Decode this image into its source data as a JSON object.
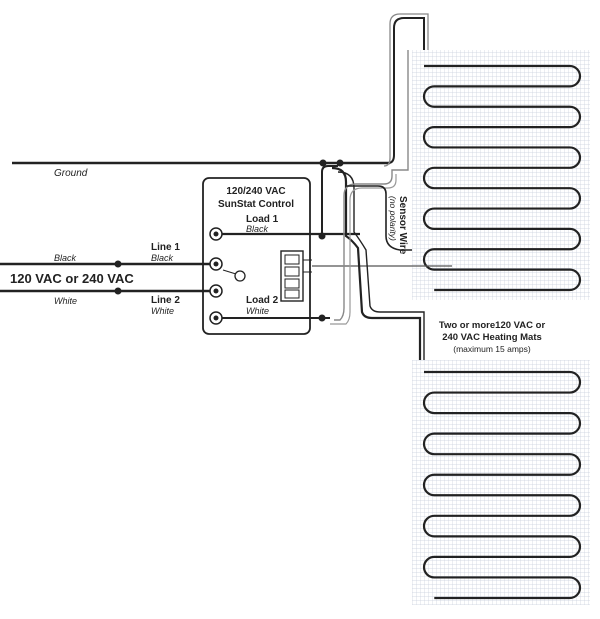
{
  "labels": {
    "ground": "Ground",
    "control_line1": "120/240 VAC",
    "control_line2": "SunStat Control",
    "load1": "Load 1",
    "load1_wire": "Black",
    "line1": "Line 1",
    "line1_wire": "Black",
    "line2": "Line 2",
    "line2_wire": "White",
    "load2": "Load 2",
    "load2_wire": "White",
    "incoming_black": "Black",
    "incoming_white": "White",
    "supply": "120 VAC or 240 VAC",
    "sensor_wire": "Sensor Wire",
    "sensor_polarity": "(no polarity)",
    "mats_line1": "Two or more120 VAC or",
    "mats_line2": "240 VAC Heating Mats",
    "mats_line3": "(maximum 15 amps)"
  },
  "colors": {
    "line": "#222222",
    "mat_grid": "#c9cfdc",
    "gray_wire": "#777777"
  }
}
